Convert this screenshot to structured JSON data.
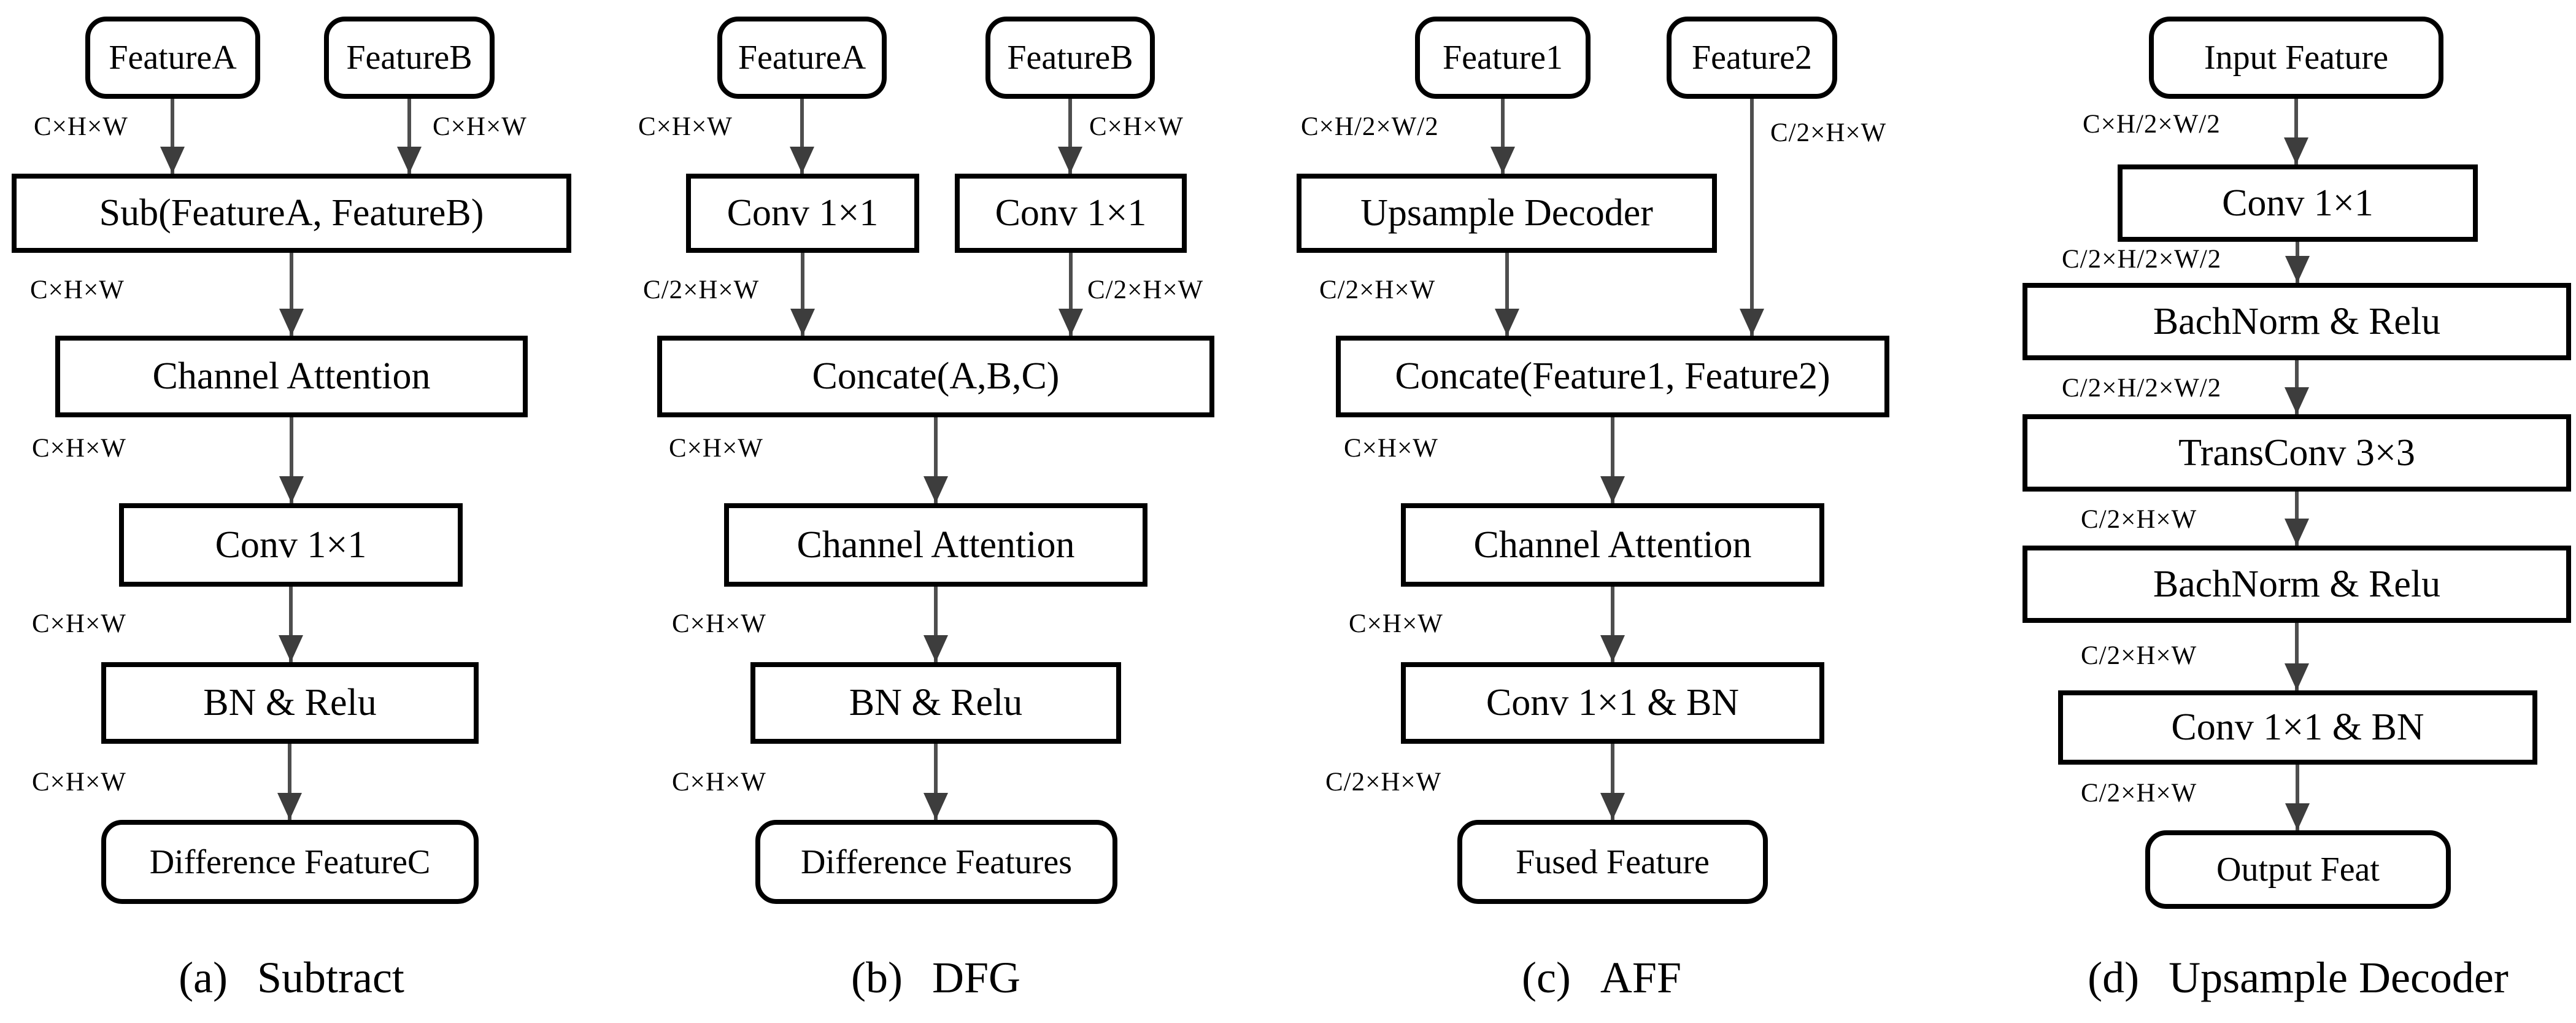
{
  "figure": {
    "type": "flowchart",
    "panels": [
      {
        "caption_index": "(a)",
        "caption": "Subtract",
        "inputs": [
          {
            "label": "FeatureA",
            "dim": "C×H×W"
          },
          {
            "label": "FeatureB",
            "dim": "C×H×W"
          }
        ],
        "stages": [
          {
            "label": "Sub(FeatureA, FeatureB)",
            "out_dim": "C×H×W"
          },
          {
            "label": "Channel Attention",
            "out_dim": "C×H×W"
          },
          {
            "label": "Conv 1×1",
            "out_dim": "C×H×W"
          },
          {
            "label": "BN & Relu",
            "out_dim": "C×H×W"
          }
        ],
        "output": "Difference FeatureC"
      },
      {
        "caption_index": "(b)",
        "caption": "DFG",
        "inputs": [
          {
            "label": "FeatureA",
            "dim": "C×H×W"
          },
          {
            "label": "FeatureB",
            "dim": "C×H×W"
          }
        ],
        "branches": [
          {
            "label": "Conv 1×1",
            "out_dim": "C/2×H×W"
          },
          {
            "label": "Conv 1×1",
            "out_dim": "C/2×H×W"
          }
        ],
        "stages": [
          {
            "label": "Concate(A,B,C)",
            "out_dim": "C×H×W"
          },
          {
            "label": "Channel Attention",
            "out_dim": "C×H×W"
          },
          {
            "label": "BN & Relu",
            "out_dim": "C×H×W"
          }
        ],
        "output": "Difference Features"
      },
      {
        "caption_index": "(c)",
        "caption": "AFF",
        "inputs": [
          {
            "label": "Feature1",
            "dim": "C×H/2×W/2"
          },
          {
            "label": "Feature2",
            "dim": "C/2×H×W"
          }
        ],
        "branches": [
          {
            "label": "Upsample Decoder",
            "out_dim": "C/2×H×W"
          }
        ],
        "stages": [
          {
            "label": "Concate(Feature1, Feature2)",
            "out_dim": "C×H×W"
          },
          {
            "label": "Channel Attention",
            "out_dim": "C×H×W"
          },
          {
            "label": "Conv 1×1 & BN",
            "out_dim": "C/2×H×W"
          }
        ],
        "output": "Fused Feature"
      },
      {
        "caption_index": "(d)",
        "caption": "Upsample Decoder",
        "inputs": [
          {
            "label": "Input Feature",
            "dim": "C×H/2×W/2"
          }
        ],
        "stages": [
          {
            "label": "Conv 1×1",
            "out_dim": "C/2×H/2×W/2"
          },
          {
            "label": "BachNorm & Relu",
            "out_dim": "C/2×H/2×W/2"
          },
          {
            "label": "TransConv 3×3",
            "out_dim": "C/2×H×W"
          },
          {
            "label": "BachNorm & Relu",
            "out_dim": "C/2×H×W"
          },
          {
            "label": "Conv 1×1 & BN",
            "out_dim": "C/2×H×W"
          }
        ],
        "output": "Output Feat"
      }
    ]
  },
  "colors": {
    "background": "#ffffff",
    "box_border": "#000000",
    "text": "#000000",
    "arrow_stem": "#4e4e4e",
    "arrow_head": "#3d3d3d"
  }
}
